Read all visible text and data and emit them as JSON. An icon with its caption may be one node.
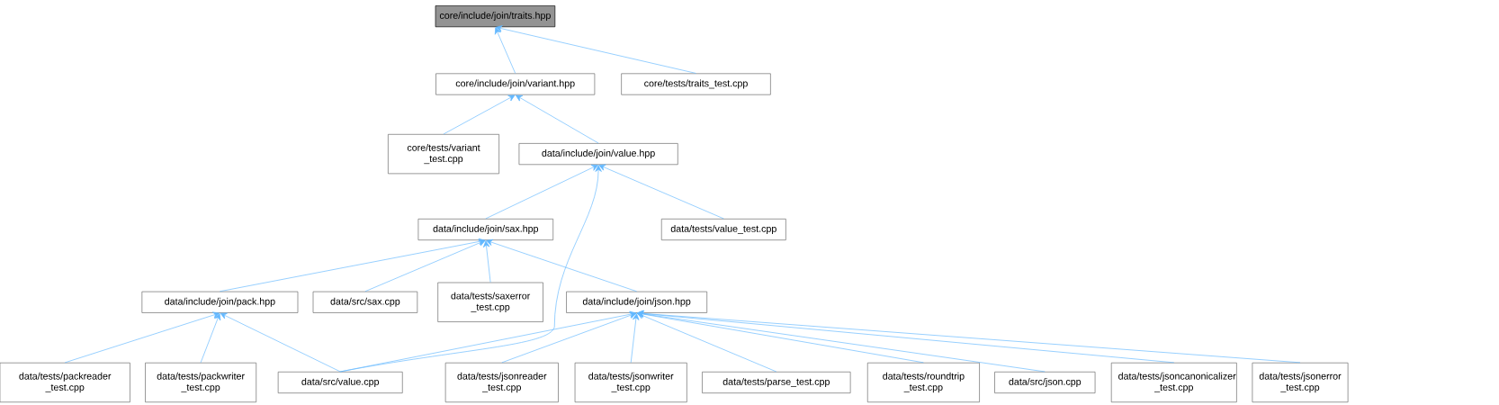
{
  "diagram": {
    "nodes": [
      {
        "text": [
          "core/include/join/traits.hpp"
        ]
      },
      {
        "text": [
          "core/include/join/variant.hpp"
        ]
      },
      {
        "text": [
          "core/tests/traits_test.cpp"
        ]
      },
      {
        "text": [
          "core/tests/variant _test.cpp"
        ]
      },
      {
        "text": [
          "data/include/join/value.hpp"
        ]
      },
      {
        "text": [
          "data/include/join/sax.hpp"
        ]
      },
      {
        "text": [
          "data/tests/value_test.cpp"
        ]
      },
      {
        "text": [
          "data/include/join/pack.hpp"
        ]
      },
      {
        "text": [
          "data/src/sax.cpp"
        ]
      },
      {
        "text": [
          "data/tests/saxerror _test.cpp"
        ]
      },
      {
        "text": [
          "data/include/join/json.hpp"
        ]
      },
      {
        "text": [
          "data/tests/packreader _test.cpp"
        ]
      },
      {
        "text": [
          "data/tests/packwriter _test.cpp"
        ]
      },
      {
        "text": [
          "data/src/value.cpp"
        ]
      },
      {
        "text": [
          "data/tests/jsonreader _test.cpp"
        ]
      },
      {
        "text": [
          "data/tests/jsonwriter _test.cpp"
        ]
      },
      {
        "text": [
          "data/tests/parse_test.cpp"
        ]
      },
      {
        "text": [
          "data/tests/roundtrip _test.cpp"
        ]
      },
      {
        "text": [
          "data/src/json.cpp"
        ]
      },
      {
        "text": [
          "data/tests/jsoncanonicalizer _test.cpp"
        ]
      },
      {
        "text": [
          "data/tests/jsonerror _test.cpp"
        ]
      }
    ],
    "edges": [
      {
        "from": 1,
        "to": 0,
        "arrow": "to"
      },
      {
        "from": 2,
        "to": 0,
        "arrow": "to"
      },
      {
        "from": 3,
        "to": 1,
        "arrow": "to"
      },
      {
        "from": 4,
        "to": 1,
        "arrow": "to"
      },
      {
        "from": 5,
        "to": 4,
        "arrow": "to"
      },
      {
        "from": 13,
        "to": 4,
        "arrow": "to"
      },
      {
        "from": 6,
        "to": 4,
        "arrow": "to"
      },
      {
        "from": 7,
        "to": 5,
        "arrow": "to"
      },
      {
        "from": 8,
        "to": 5,
        "arrow": "to"
      },
      {
        "from": 9,
        "to": 5,
        "arrow": "to"
      },
      {
        "from": 10,
        "to": 5,
        "arrow": "to"
      },
      {
        "from": 11,
        "to": 7,
        "arrow": "to"
      },
      {
        "from": 12,
        "to": 7,
        "arrow": "to"
      },
      {
        "from": 13,
        "to": 7,
        "arrow": "to"
      },
      {
        "from": 13,
        "to": 10,
        "arrow": "to"
      },
      {
        "from": 14,
        "to": 10,
        "arrow": "to"
      },
      {
        "from": 15,
        "to": 10,
        "arrow": "to"
      },
      {
        "from": 16,
        "to": 10,
        "arrow": "to"
      },
      {
        "from": 17,
        "to": 10,
        "arrow": "to"
      },
      {
        "from": 18,
        "to": 10,
        "arrow": "to"
      },
      {
        "from": 19,
        "to": 10,
        "arrow": "to"
      },
      {
        "from": 20,
        "to": 10,
        "arrow": "to"
      }
    ]
  }
}
